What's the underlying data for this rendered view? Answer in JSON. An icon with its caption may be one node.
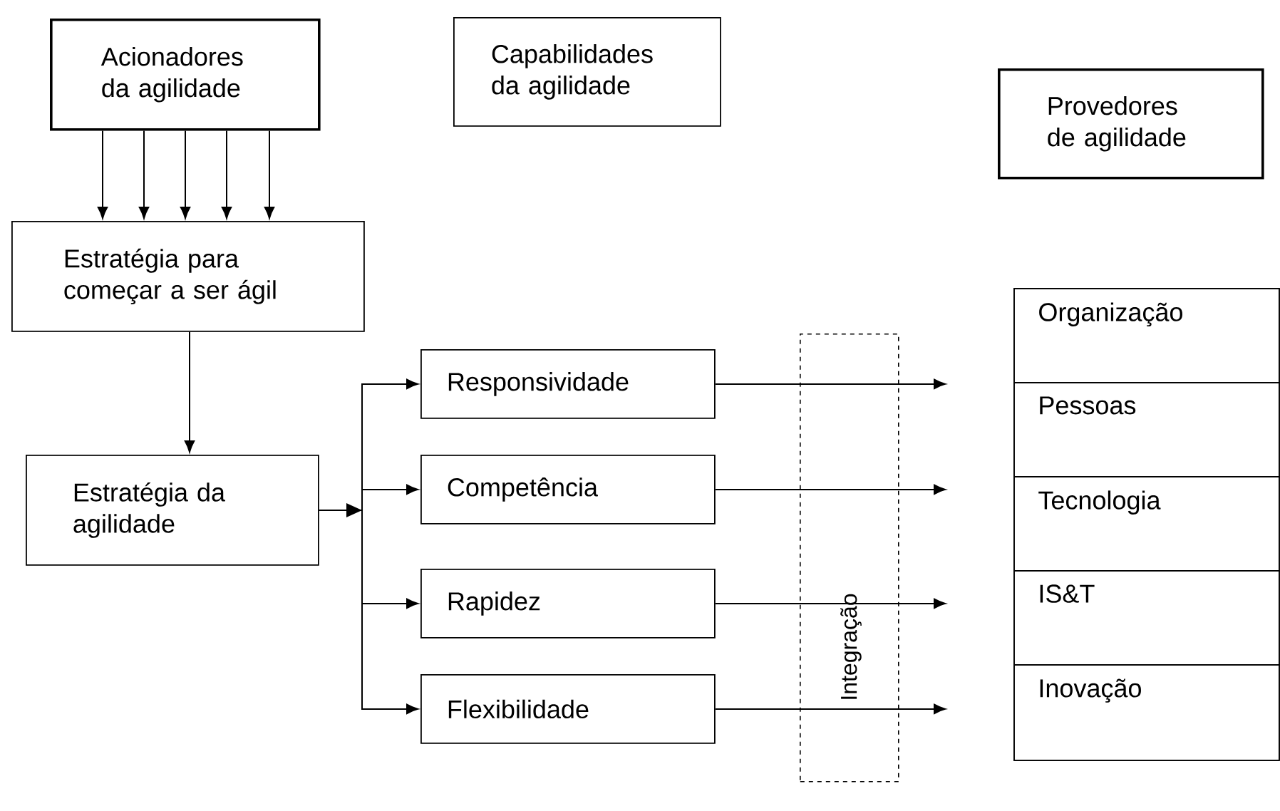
{
  "diagram": {
    "nodes": [
      {
        "text": [
          "Acionadores da agilidade"
        ]
      },
      {
        "text": [
          "Capabilidades da agilidade"
        ]
      },
      {
        "text": [
          "Provedores de agilidade"
        ]
      },
      {
        "text": [
          "Estratégia para começar a ser ágil"
        ]
      },
      {
        "text": [
          "Estratégia da agilidade"
        ]
      },
      {
        "text": [
          "Responsividade"
        ]
      },
      {
        "text": [
          "Competência"
        ]
      },
      {
        "text": [
          "Rapidez"
        ]
      },
      {
        "text": [
          "Flexibilidade"
        ]
      },
      {
        "text": [
          "Integração"
        ]
      },
      {
        "text": [],
        "shape": "box"
      },
      {
        "text": [
          "Organização"
        ],
        "in": 10
      },
      {
        "text": [
          "Pessoas"
        ],
        "in": 10
      },
      {
        "text": [
          "Tecnologia"
        ],
        "in": 10
      },
      {
        "text": [
          "IS&T"
        ],
        "in": 10
      },
      {
        "text": [
          "Inovação"
        ],
        "in": 10
      }
    ],
    "edges": [
      {
        "from": 0,
        "to": 3,
        "arrow": "to"
      },
      {
        "from": 0,
        "to": 3,
        "arrow": "to"
      },
      {
        "from": 0,
        "to": 3,
        "arrow": "to"
      },
      {
        "from": 0,
        "to": 3,
        "arrow": "to"
      },
      {
        "from": 0,
        "to": 3,
        "arrow": "to"
      },
      {
        "from": 3,
        "to": 4,
        "arrow": "to"
      },
      {
        "from": 4,
        "to": 5,
        "arrow": "to"
      },
      {
        "from": 4,
        "to": 6,
        "arrow": "to"
      },
      {
        "from": 4,
        "to": 7,
        "arrow": "to"
      },
      {
        "from": 4,
        "to": 8,
        "arrow": "to"
      },
      {
        "from": 5,
        "to": null,
        "arrow": "to"
      },
      {
        "from": 6,
        "to": null,
        "arrow": "to"
      },
      {
        "from": 7,
        "to": null,
        "arrow": "to"
      },
      {
        "from": 8,
        "to": null,
        "arrow": "to"
      }
    ]
  }
}
